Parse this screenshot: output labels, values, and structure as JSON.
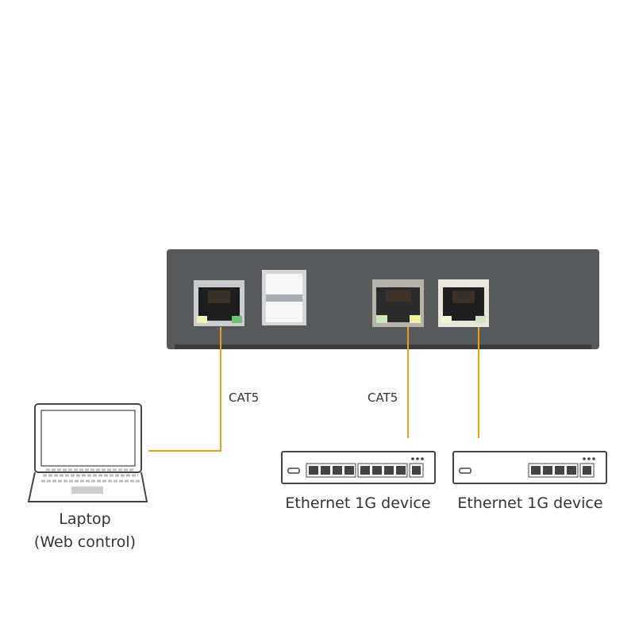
{
  "colors": {
    "cable": "#e8a020",
    "chassis": "#58595b",
    "outline": "#444444"
  },
  "cables": [
    {
      "label": "CAT5"
    },
    {
      "label": "CAT5"
    }
  ],
  "devices": [
    {
      "label": "Ethernet 1G device"
    },
    {
      "label": "Ethernet 1G device"
    }
  ],
  "laptop": {
    "label": "Laptop",
    "sublabel": "(Web control)"
  }
}
